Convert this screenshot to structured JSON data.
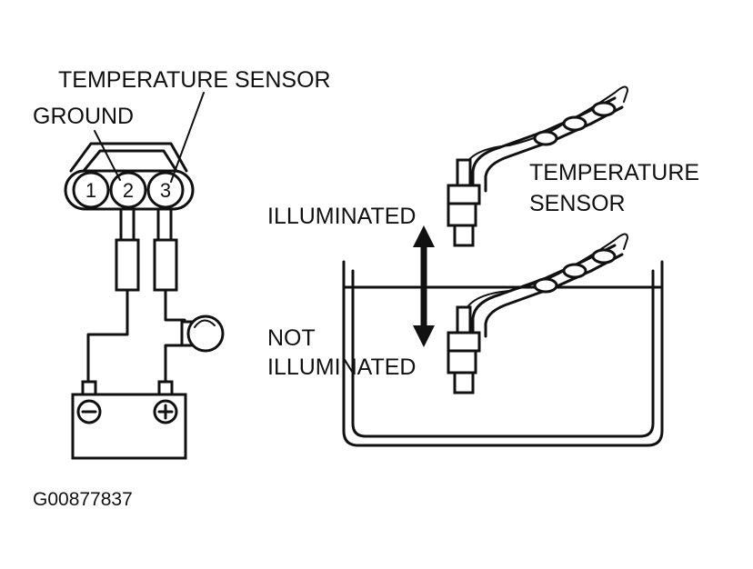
{
  "labels": {
    "connector_temperature_sensor": "TEMPERATURE SENSOR",
    "connector_ground": "GROUND",
    "pin_1": "1",
    "pin_2": "2",
    "pin_3": "3",
    "illuminated": "ILLUMINATED",
    "not_illuminated_line1": "NOT",
    "not_illuminated_line2": "ILLUMINATED",
    "sensor_line1": "TEMPERATURE",
    "sensor_line2": "SENSOR",
    "figure_code": "G00877837"
  },
  "icons": {
    "battery_negative": "minus-terminal-icon",
    "battery_positive": "plus-terminal-icon",
    "bulb": "test-lamp-icon",
    "arrow": "double-headed-arrow-icon"
  },
  "colors": {
    "ink": "#111111",
    "paper": "#ffffff"
  }
}
